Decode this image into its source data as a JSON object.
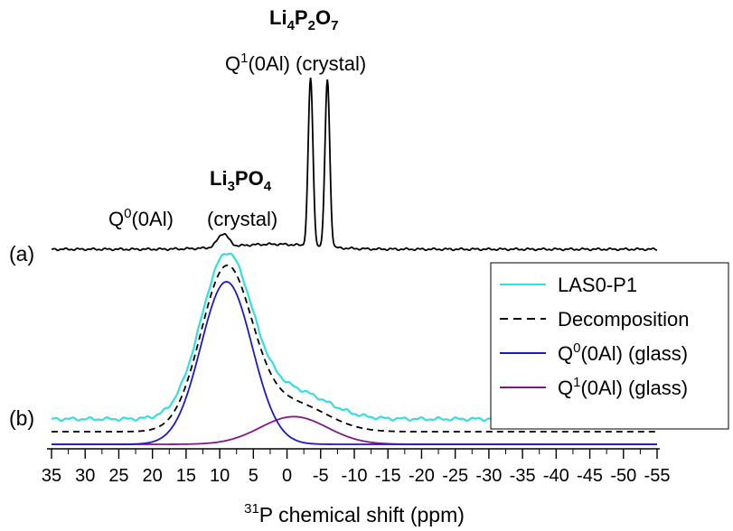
{
  "chart_data": {
    "type": "line",
    "xlabel_sup": "31",
    "xlabel_main": "P chemical shift  (ppm)",
    "xlim": [
      35,
      -55
    ],
    "x_reversed": true,
    "xticks": [
      35,
      30,
      25,
      20,
      15,
      10,
      5,
      0,
      -5,
      -10,
      -15,
      -20,
      -25,
      -30,
      -35,
      -40,
      -45,
      -50,
      -55
    ],
    "trace_labels": [
      "(a)",
      "(b)"
    ],
    "annotations": {
      "li4p2o7": {
        "main": "Li",
        "s1": "4",
        "p": "P",
        "s2": "2",
        "o": "O",
        "s3": "7"
      },
      "li3po4": {
        "main": "Li",
        "s1": "3",
        "po": "PO",
        "s2": "4"
      },
      "q1_crystal": {
        "q": "Q",
        "sup": "1",
        "rest": "(0Al) (crystal)"
      },
      "q0_label": {
        "q": "Q",
        "sup": "0",
        "rest": "(0Al)"
      },
      "crystal_label": "(crystal)"
    },
    "legend": {
      "position": "right",
      "entries": [
        {
          "text": "LAS0-P1",
          "color": "#33dde0",
          "dash": false
        },
        {
          "text": "Decomposition",
          "color": "#000000",
          "dash": true
        },
        {
          "q": "Q",
          "sup": "0",
          "rest": "(0Al) (glass)",
          "color": "#1a1acd",
          "dash": false
        },
        {
          "q": "Q",
          "sup": "1",
          "rest": "(0Al) (glass)",
          "color": "#85168a",
          "dash": false
        }
      ]
    },
    "series_a": {
      "color": "#000000",
      "peaks": [
        {
          "center": -3.5,
          "height": 1.0,
          "width": 0.35
        },
        {
          "center": -6.0,
          "height": 1.0,
          "width": 0.35
        },
        {
          "center": 9.5,
          "height": 0.08,
          "width": 0.8
        },
        {
          "center": 2.0,
          "height": 0.03,
          "width": 6.0
        }
      ]
    },
    "series_q0_glass": {
      "color": "#1a1acd",
      "center": 9.0,
      "height": 1.0,
      "width": 3.8
    },
    "series_q1_glass": {
      "color": "#85168a",
      "center": -1.0,
      "height": 0.17,
      "width": 5.0
    },
    "series_las0_p1": {
      "color": "#33dde0"
    },
    "series_decomposition": {
      "color": "#000000"
    }
  }
}
